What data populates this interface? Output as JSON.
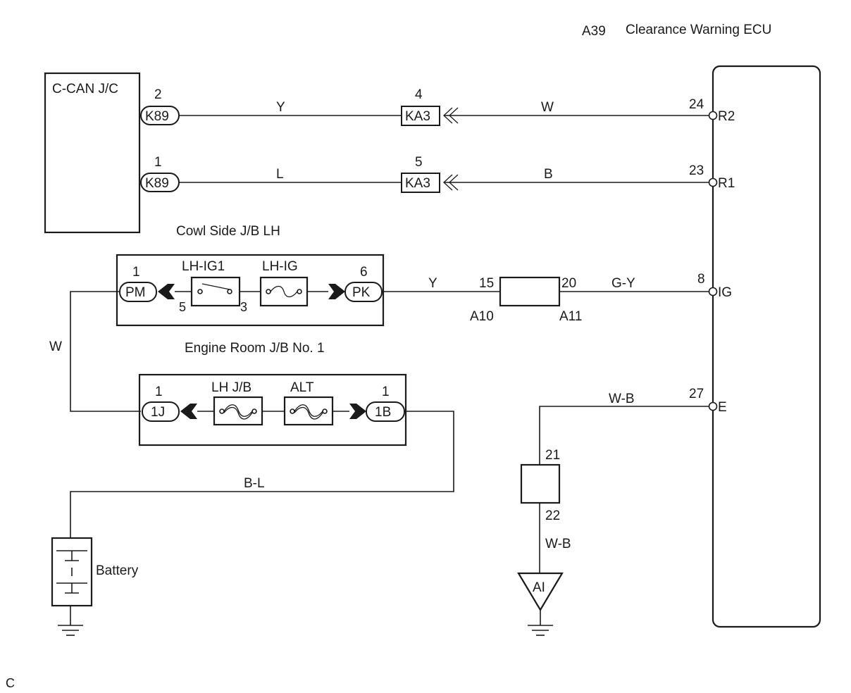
{
  "ecu": {
    "code": "A39",
    "name": "Clearance Warning ECU"
  },
  "can_jc": {
    "label": "C-CAN J/C",
    "conn_top": "K89",
    "conn_bottom": "K89",
    "pin_top": "2",
    "pin_bottom": "1"
  },
  "can_lines": {
    "top": {
      "wire_left": "Y",
      "relay_conn": "KA3",
      "relay_pin": "4",
      "wire_right": "W",
      "ecu_pin": "24",
      "ecu_term": "R2"
    },
    "bottom": {
      "wire_left": "L",
      "relay_conn": "KA3",
      "relay_pin": "5",
      "wire_right": "B",
      "ecu_pin": "23",
      "ecu_term": "R1"
    }
  },
  "cowl_jb": {
    "title": "Cowl Side J/B LH",
    "left_conn": "PM",
    "left_pin": "1",
    "relay_label": "LH-IG1",
    "relay_pin_left": "5",
    "relay_pin_right": "3",
    "fuse_label": "LH-IG",
    "right_conn": "PK",
    "right_pin": "6"
  },
  "ig_line": {
    "wire_left": "Y",
    "junction_pin_left": "15",
    "junction_pin_right": "20",
    "junction_label_left": "A10",
    "junction_label_right": "A11",
    "wire_right": "G-Y",
    "ecu_pin": "8",
    "ecu_term": "IG"
  },
  "engine_jb": {
    "title": "Engine Room J/B No. 1",
    "left_conn": "1J",
    "left_pin": "1",
    "fuse1_label": "LH J/B",
    "fuse2_label": "ALT",
    "right_conn": "1B",
    "right_pin": "1"
  },
  "wires": {
    "w_vertical": "W",
    "battery_wire": "B-L"
  },
  "battery": {
    "label": "Battery"
  },
  "ground_line": {
    "wire_top": "W-B",
    "ecu_pin": "27",
    "ecu_term": "E",
    "junction_pin_top": "21",
    "junction_pin_bottom": "22",
    "wire_bottom": "W-B",
    "ground_label": "AI"
  },
  "footer": {
    "code": "C"
  }
}
